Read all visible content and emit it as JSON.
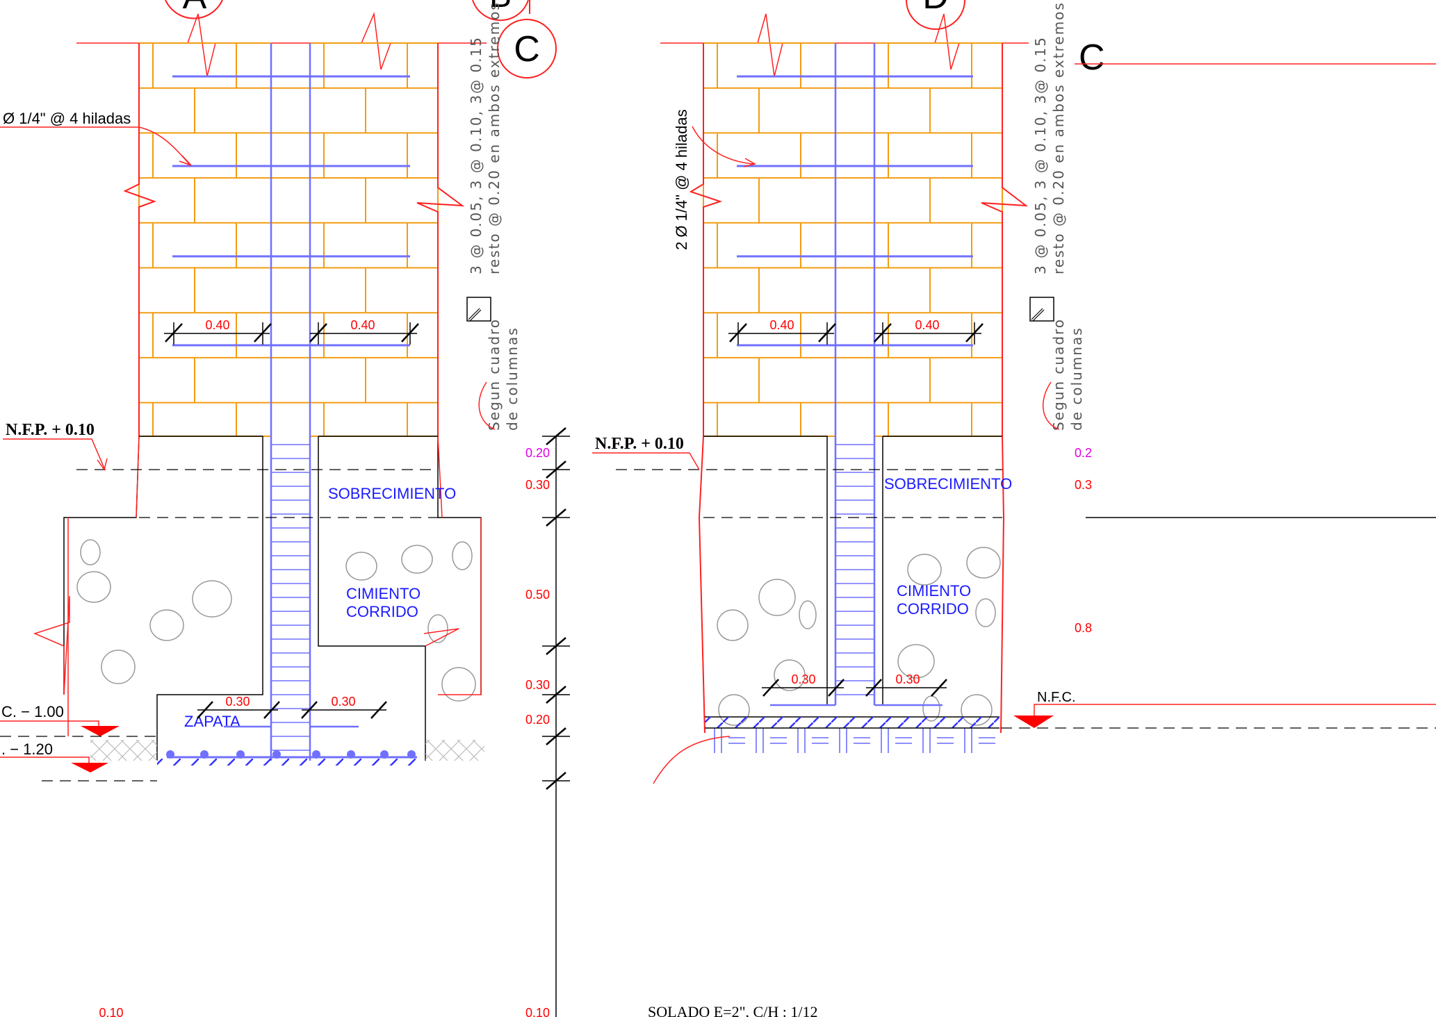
{
  "axes": {
    "a": "A",
    "b": "B",
    "c": "C",
    "d": "D"
  },
  "left_section": {
    "rebar_note": "Ø 1/4\" @ 4 hiladas",
    "stirrup_line1": "3 @ 0.05,   3 @ 0.10,   3@ 0.15",
    "stirrup_line2": "resto @ 0.20 en ambos extremos",
    "column_ref_line1": "Segun cuadro",
    "column_ref_line2": "de columnas",
    "nfp": "N.F.P. + 0.10",
    "sobrecimiento": "SOBRECIMIENTO",
    "cimiento_1": "CIMIENTO",
    "cimiento_2": "CORRIDO",
    "zapata": "ZAPATA",
    "level_1": "C.  −  1.00",
    "level_2": ".  −  1.20",
    "dim_top_left": "0.40",
    "dim_top_right": "0.40",
    "dim_bottom_left": "0.30",
    "dim_bottom_right": "0.30",
    "dim_edge_bottom": "0.10",
    "vertical_dims": [
      "0.20",
      "0.30",
      "0.50",
      "0.30",
      "0.20",
      "0.10"
    ]
  },
  "right_section": {
    "rebar_note": "2 Ø 1/4\" @ 4 hiladas",
    "stirrup_line1": "3 @ 0.05,   3 @ 0.10,   3@ 0.15",
    "stirrup_line2": "resto @ 0.20 en ambos extremos",
    "column_ref_line1": "Segun cuadro",
    "column_ref_line2": "de columnas",
    "nfp": "N.F.P. + 0.10",
    "sobrecimiento": "SOBRECIMIENTO",
    "cimiento_1": "CIMIENTO",
    "cimiento_2": "CORRIDO",
    "dim_top_left": "0.40",
    "dim_top_right": "0.40",
    "dim_bottom_left": "0.30",
    "dim_bottom_right": "0.30",
    "nfc": "N.F.C.",
    "solado": "SOLADO E=2\", C/H : 1/12",
    "vertical_dims": [
      "0.2",
      "0.3",
      "0.8"
    ]
  },
  "colors": {
    "brick": "#f39c12",
    "outline": "#ff2020",
    "rebar": "#7070ff",
    "concrete": "#999999",
    "label_blue": "#1a1aff",
    "dim_red": "#ff0000",
    "dim_magenta": "#e000e0"
  }
}
